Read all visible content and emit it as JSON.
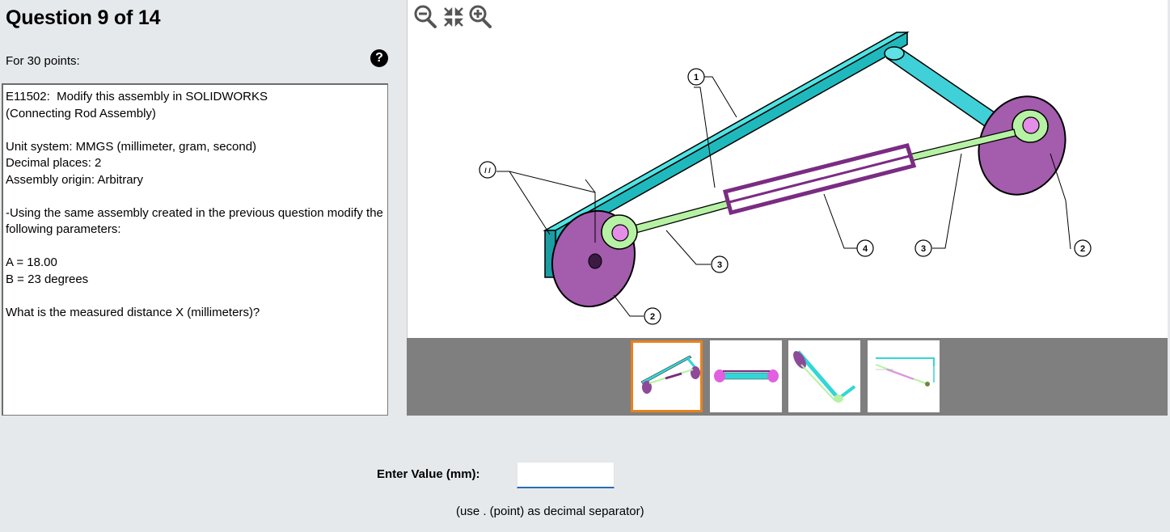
{
  "question": {
    "title": "Question 9 of 14",
    "points": "For 30 points:",
    "help_glyph": "?",
    "text": "E11502:  Modify this assembly in SOLIDWORKS\n(Connecting Rod Assembly)\n\nUnit system: MMGS (millimeter, gram, second)\nDecimal places: 2\nAssembly origin: Arbitrary\n\n-Using the same assembly created in the previous question modify the following parameters:\n\nA = 18.00\nB = 23 degrees\n\nWhat is the measured distance X (millimeters)?"
  },
  "viewer": {
    "toolbar": [
      "zoom-out-icon",
      "fit-view-icon",
      "zoom-in-icon"
    ],
    "callouts": [
      "1",
      "2",
      "2",
      "3",
      "3",
      "4",
      "/ /"
    ],
    "thumbnails": [
      {
        "name": "isometric-view",
        "selected": true
      },
      {
        "name": "front-view",
        "selected": false
      },
      {
        "name": "top-view",
        "selected": false
      },
      {
        "name": "dimension-view",
        "selected": false
      }
    ],
    "colors": {
      "base_bar": "#33d6d6",
      "disc": "#8e4a98",
      "rod": "#b6f2a3",
      "tube": "#7a2c82",
      "selected_border": "#e9821b"
    }
  },
  "answer": {
    "label": "Enter Value (mm):",
    "value": "",
    "placeholder": "",
    "hint": "(use . (point) as decimal separator)"
  }
}
